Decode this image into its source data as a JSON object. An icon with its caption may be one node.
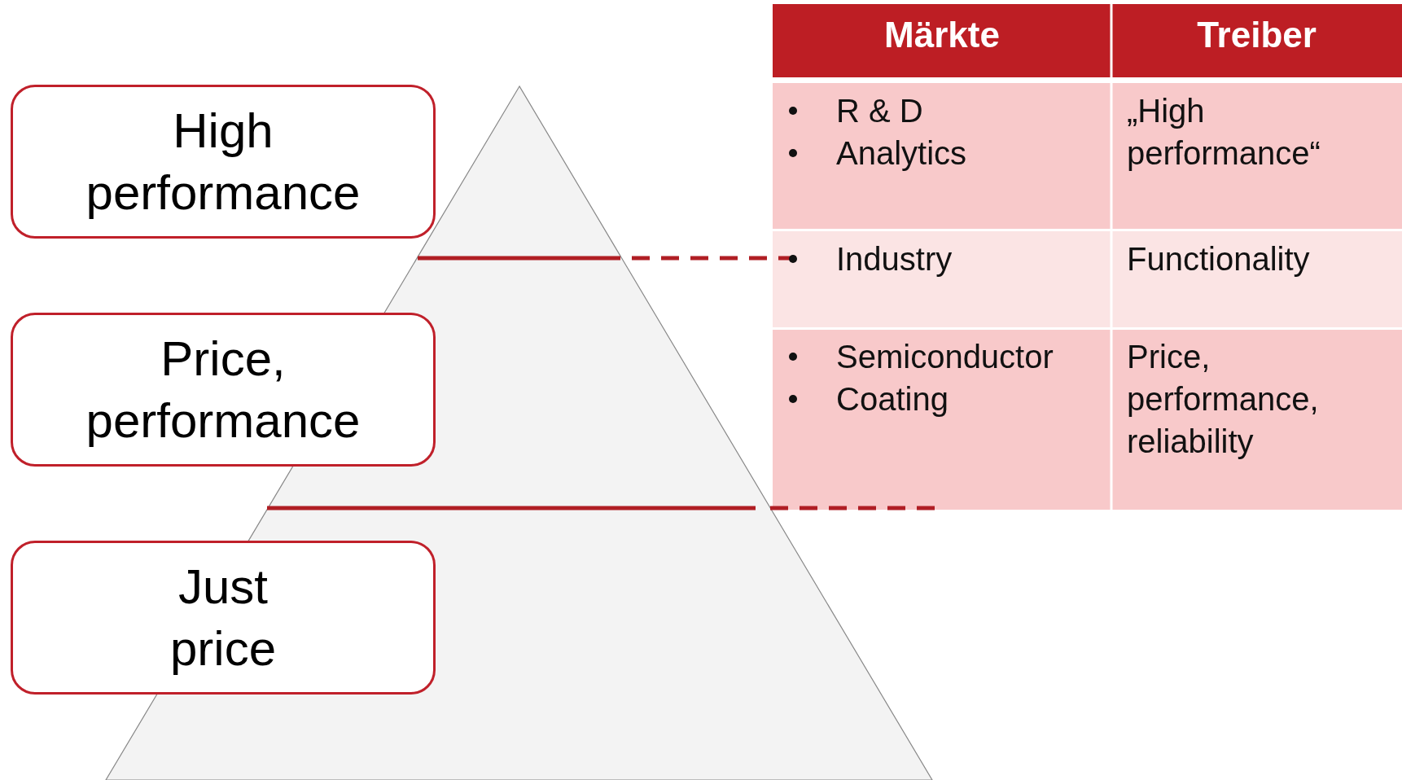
{
  "diagram": {
    "nodes": [
      {
        "text": [
          "High performance"
        ]
      },
      {
        "text": [
          "Price, performance"
        ]
      },
      {
        "text": [
          "Just price"
        ]
      }
    ],
    "labels": [
      "Märkte",
      "Treiber",
      "R & D",
      "Analytics",
      "„High performance“",
      "Industry",
      "Functionality",
      "Semiconductor",
      "Coating",
      "Price, performance, reliability"
    ]
  }
}
